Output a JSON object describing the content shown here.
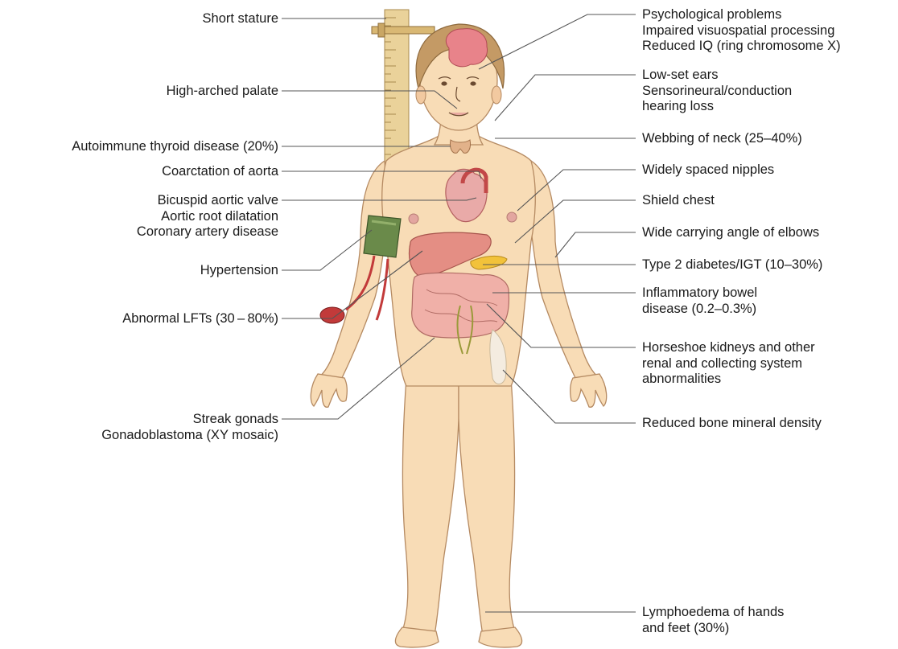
{
  "left_labels": {
    "short_stature": "Short stature",
    "high_arched_palate": "High-arched palate",
    "autoimmune_thyroid": "Autoimmune thyroid disease (20%)",
    "coarctation": "Coarctation of aorta",
    "cardiac": [
      "Bicuspid aortic valve",
      "Aortic root dilatation",
      "Coronary artery disease"
    ],
    "hypertension": "Hypertension",
    "abnormal_lfts": "Abnormal LFTs (30 – 80%)",
    "gonads": [
      "Streak gonads",
      "Gonadoblastoma (XY mosaic)"
    ]
  },
  "right_labels": {
    "psychological": [
      "Psychological problems",
      "Impaired visuospatial processing",
      "Reduced IQ (ring chromosome X)"
    ],
    "ears": [
      "Low-set ears",
      "Sensorineural/conduction",
      "hearing loss"
    ],
    "webbing": "Webbing of neck (25–40%)",
    "nipples": "Widely spaced nipples",
    "shield_chest": "Shield chest",
    "elbows": "Wide carrying angle of elbows",
    "diabetes": "Type 2 diabetes/IGT (10–30%)",
    "ibd": [
      "Inflammatory bowel",
      "disease (0.2–0.3%)"
    ],
    "kidneys": [
      "Horseshoe kidneys and other",
      "renal and collecting system",
      "abnormalities"
    ],
    "bone_density": "Reduced bone mineral density",
    "lymphoedema": [
      "Lymphoedema of hands",
      "and feet (30%)"
    ]
  },
  "colors": {
    "skin": "#f8dcb6",
    "skin_outline": "#b58a62",
    "hair": "#c49a65",
    "brain": "#e8838a",
    "heart": "#e9aaa8",
    "liver": "#e48e84",
    "intestine": "#f0b0a8",
    "pancreas": "#f2c23a",
    "thyroid": "#e2b28a",
    "cuff": "#6a8a4a",
    "bulb": "#c23a3a",
    "leader_line": "#555555",
    "ruler": "#ead29a"
  }
}
